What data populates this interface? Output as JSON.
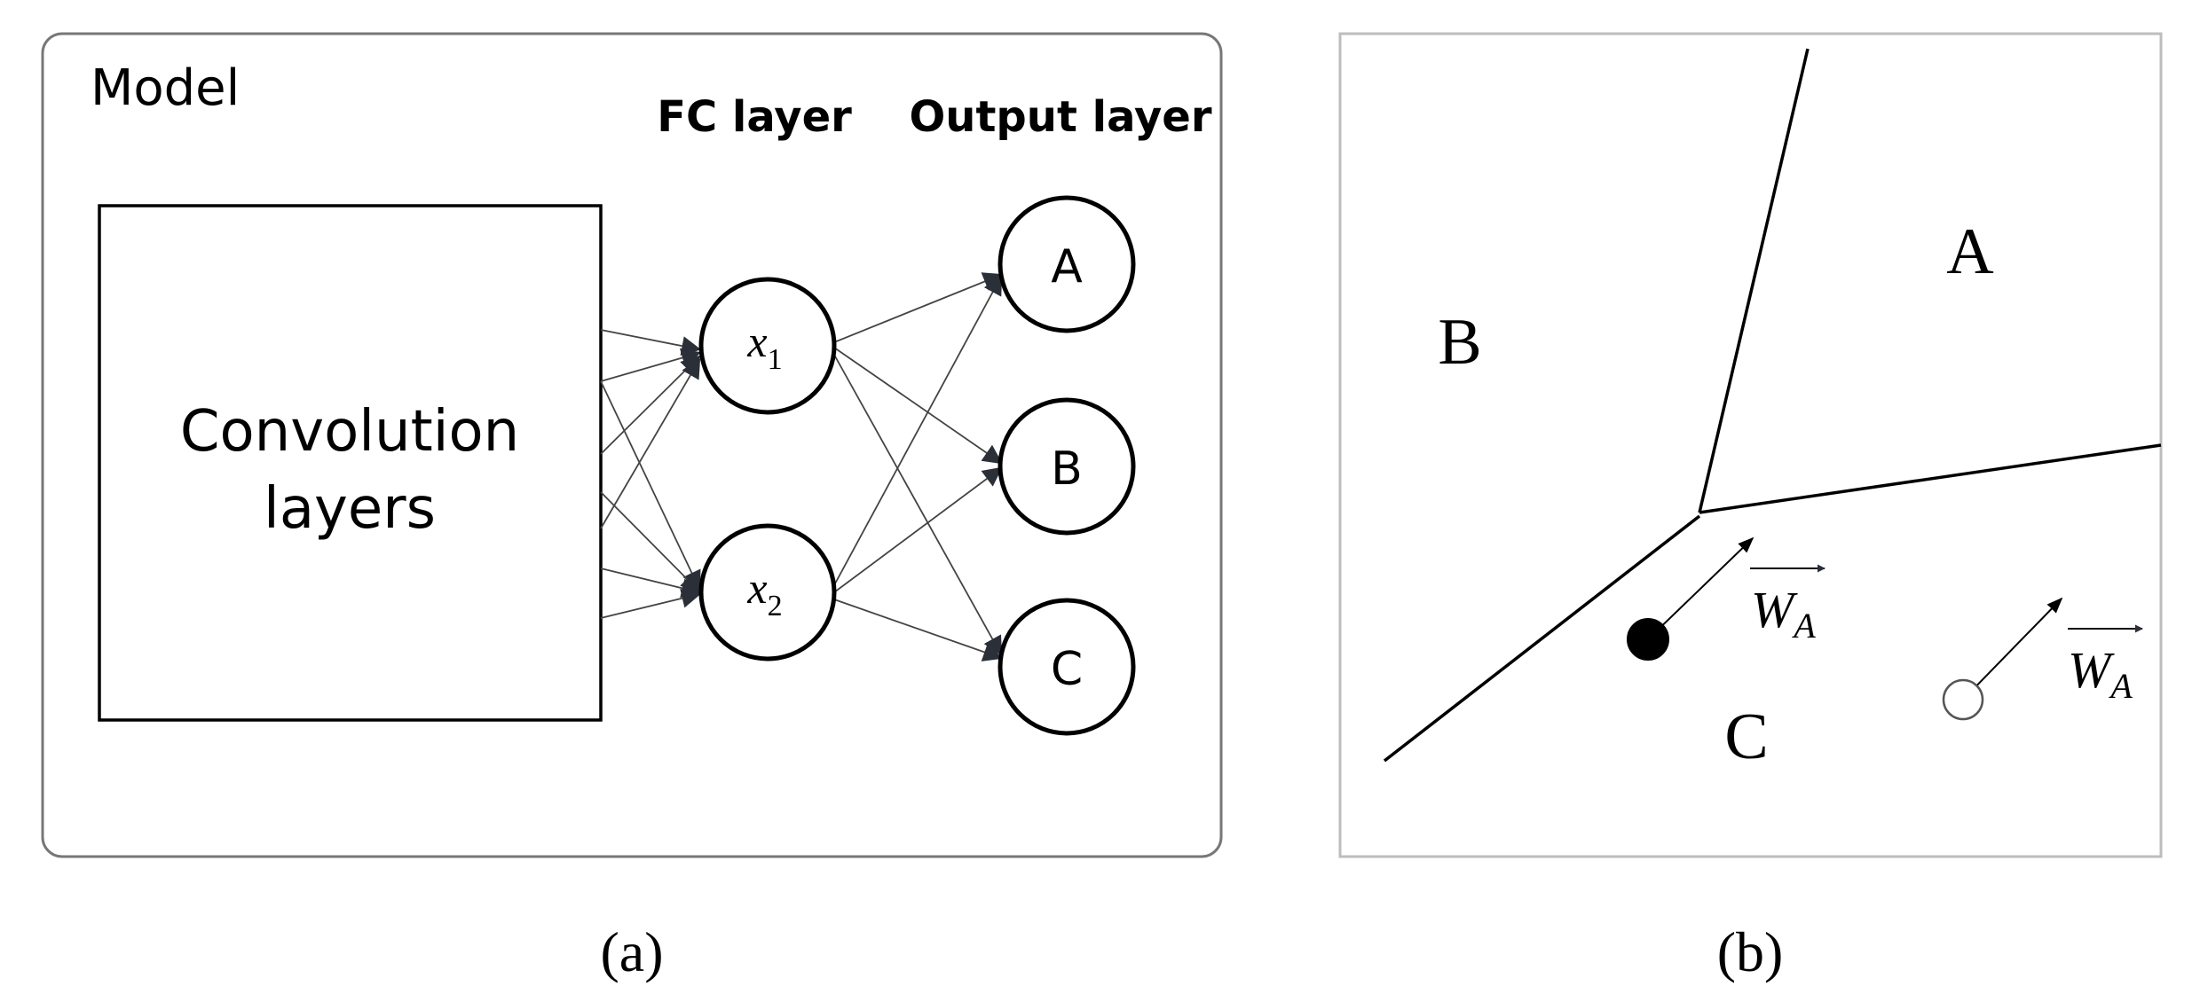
{
  "panel_a": {
    "model_label": "Model",
    "fc_header": "FC layer",
    "output_header": "Output layer",
    "conv_label_line1": "Convolution",
    "conv_label_line2": "layers",
    "fc_nodes": [
      {
        "var": "x",
        "sub": "1"
      },
      {
        "var": "x",
        "sub": "2"
      }
    ],
    "output_nodes": [
      "A",
      "B",
      "C"
    ],
    "caption": "(a)"
  },
  "panel_b": {
    "regions": [
      "A",
      "B",
      "C"
    ],
    "weight_label": {
      "var": "W",
      "sub": "A"
    },
    "caption": "(b)"
  },
  "colors": {
    "stroke": "#000000",
    "frame": "#777777",
    "frame_b": "#bdbdbd",
    "arrow_head": "#2a2f38"
  }
}
